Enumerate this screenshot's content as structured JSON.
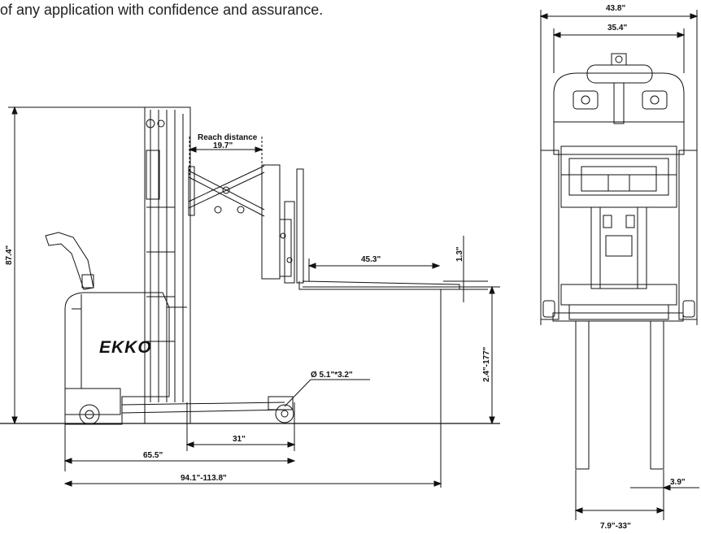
{
  "intro_text": "of any application with confidence and assurance.",
  "side_view": {
    "brand": "EKKO",
    "reach_label": "Reach distance",
    "reach_value": "19.7\"",
    "height": "87.4\"",
    "fork_length": "45.3\"",
    "fork_thickness": "1.3\"",
    "lift_height": "2.4\"-177\"",
    "wheel": "Ø 5.1\"*3.2\"",
    "wheelbase_part": "31\"",
    "length_to_forks": "65.5\"",
    "overall_length": "94.1\"-113.8\""
  },
  "front_view": {
    "overall_width": "43.8\"",
    "inner_width": "35.4\"",
    "fork_width": "3.9\"",
    "fork_spread": "7.9\"-33\""
  },
  "colors": {
    "line": "#111111",
    "text": "#222222"
  }
}
